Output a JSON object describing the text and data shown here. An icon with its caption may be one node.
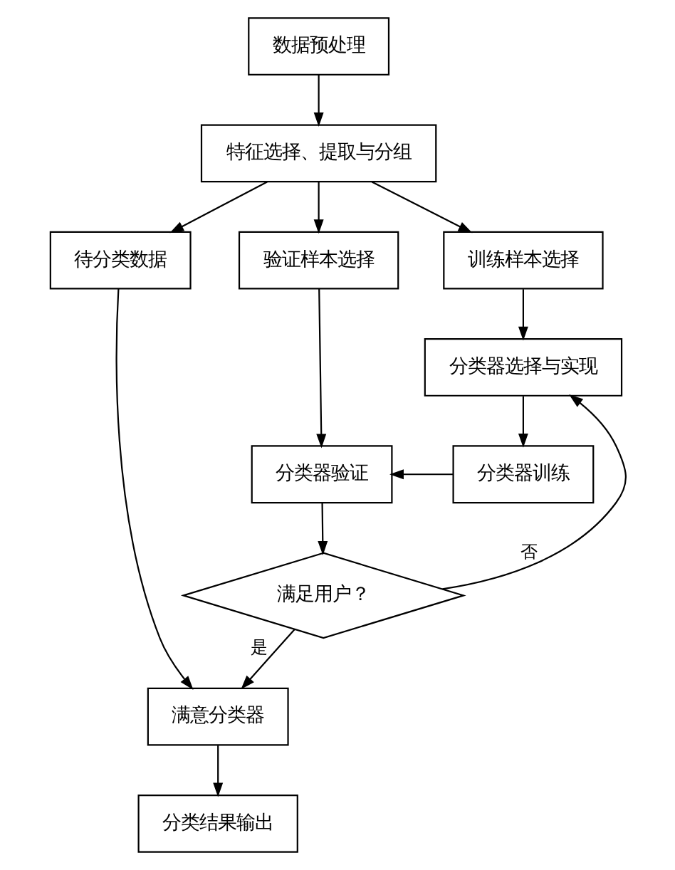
{
  "diagram": {
    "nodes": [
      {
        "text": [
          "数据预处理"
        ]
      },
      {
        "text": [
          "特征选择、提取与分组"
        ]
      },
      {
        "text": [
          "待分类数据"
        ]
      },
      {
        "text": [
          "验证样本选择"
        ]
      },
      {
        "text": [
          "训练样本选择"
        ]
      },
      {
        "text": [
          "分类器选择与实现"
        ]
      },
      {
        "text": [
          "分类器验证"
        ]
      },
      {
        "text": [
          "分类器训练"
        ]
      },
      {
        "text": [
          "满足用户？"
        ]
      },
      {
        "text": [
          "满意分类器"
        ]
      },
      {
        "text": [
          "分类结果输出"
        ]
      }
    ],
    "edges": [
      {
        "from": 0,
        "to": 1,
        "arrow": "to"
      },
      {
        "from": 1,
        "to": 2,
        "arrow": "to"
      },
      {
        "from": 1,
        "to": 3,
        "arrow": "to"
      },
      {
        "from": 1,
        "to": 4,
        "arrow": "to"
      },
      {
        "from": 4,
        "to": 5,
        "arrow": "to"
      },
      {
        "from": 5,
        "to": 7,
        "arrow": "to"
      },
      {
        "from": 7,
        "to": 6,
        "arrow": "to"
      },
      {
        "from": 3,
        "to": 6,
        "arrow": "to"
      },
      {
        "from": 6,
        "to": 8,
        "arrow": "to"
      },
      {
        "from": 8,
        "to": 5,
        "arrow": "to",
        "label": "否"
      },
      {
        "from": 8,
        "to": 9,
        "arrow": "to",
        "label": "是"
      },
      {
        "from": 2,
        "to": 9,
        "arrow": "to"
      },
      {
        "from": 9,
        "to": 10,
        "arrow": "to"
      }
    ]
  }
}
